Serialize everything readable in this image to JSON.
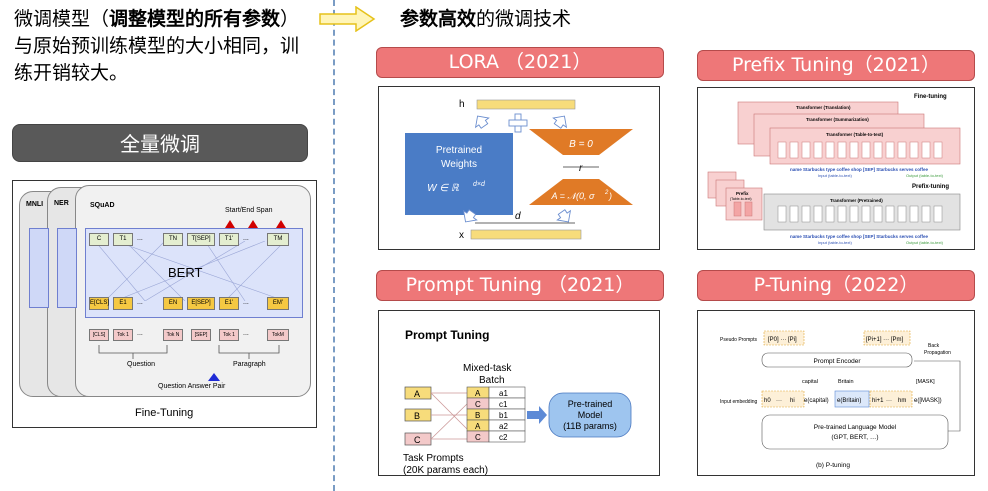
{
  "left": {
    "intro_prefix": "微调模型（",
    "intro_bold": "调整模型的所有参数",
    "intro_suffix": "）与原始预训练模型的大小相同，训练开销较大。",
    "full_ft_label": "全量微调",
    "bert": {
      "tasks": [
        "MNLI",
        "NER",
        "SQuAD"
      ],
      "start_end": "Start/End Span",
      "top_tokens": [
        "C",
        "T1",
        "...",
        "TN",
        "T[SEP]",
        "T1'",
        "...",
        "TM"
      ],
      "model": "BERT",
      "emb_tokens": [
        "E[CLS]",
        "E1",
        "...",
        "EN",
        "E[SEP]",
        "E1'",
        "...",
        "EM'"
      ],
      "input_tokens": [
        "[CLS]",
        "Tok 1",
        "...",
        "Tok N",
        "[SEP]",
        "Tok 1",
        "...",
        "TokM"
      ],
      "question": "Question",
      "paragraph": "Paragraph",
      "pair": "Question Answer Pair",
      "caption": "Fine-Tuning"
    }
  },
  "right": {
    "title_bold": "参数高效",
    "title_rest": "的微调技术",
    "lora": {
      "label": "LORA （2021）",
      "h": "h",
      "x": "x",
      "weights_line1": "Pretrained",
      "weights_line2": "Weights",
      "weights_formula": "W ∈ ℝ",
      "weights_sup": "d×d",
      "b_formula": "B = 0",
      "r": "r",
      "a_formula": "A = 𝒩(0, σ",
      "a_sup": "2",
      "a_close": ")",
      "d": "d"
    },
    "prefix": {
      "label": "Prefix Tuning（2021）",
      "fine_tuning": "Fine-tuning",
      "t1": "Transformer (Translation)",
      "t2": "Transformer (Summarization)",
      "t3": "Transformer (Table-to-text)",
      "words": "name  Starbucks  type  coffee  shop  [SEP]  Starbucks  serves  coffee",
      "input": "Input (table-to-text)",
      "output": "Output (table-to-text)",
      "prefix_tuning": "Prefix-tuning",
      "prefix": "Prefix",
      "prefix_sub": "(Table-to-text)",
      "pretrained": "Transformer (Pretrained)"
    },
    "prompt": {
      "label": "Prompt Tuning （2021）",
      "title": "Prompt Tuning",
      "batch1": "Mixed-task",
      "batch2": "Batch",
      "tasks": [
        "A",
        "B",
        "C"
      ],
      "rows": [
        [
          "A",
          "a1"
        ],
        [
          "C",
          "c1"
        ],
        [
          "B",
          "b1"
        ],
        [
          "A",
          "a2"
        ],
        [
          "C",
          "c2"
        ]
      ],
      "model1": "Pre-trained",
      "model2": "Model",
      "model3": "(11B params)",
      "task_prompts": "Task Prompts",
      "task_params": "(20K params each)"
    },
    "ptuning": {
      "label": "P-Tuning（2022）",
      "pseudo": "Pseudo Prompts",
      "p_left": "[P0] ··· [Pi]",
      "p_right": "[Pi+1] ··· [Pm]",
      "encoder": "Prompt Encoder",
      "back": "Back",
      "propagation": "Propagation",
      "capital": "capital",
      "britain": "Britain",
      "mask": "[MASK]",
      "input_emb": "Input embedding",
      "emb_tokens": [
        "h0",
        "···",
        "hi",
        "e(capital)",
        "e(Britain)",
        "hi+1",
        "···",
        "hm",
        "e([MASK])"
      ],
      "plm1": "Pre-trained Language Model",
      "plm2": "(GPT, BERT, …)",
      "caption": "(b) P-tuning"
    }
  },
  "colors": {
    "pink": "#ee7778",
    "gray": "#595959",
    "lora_blue": "#4a7cc6",
    "lora_orange": "#e07a26",
    "yellow_bar": "#f7dc7b",
    "divider": "#7a9cc4"
  }
}
